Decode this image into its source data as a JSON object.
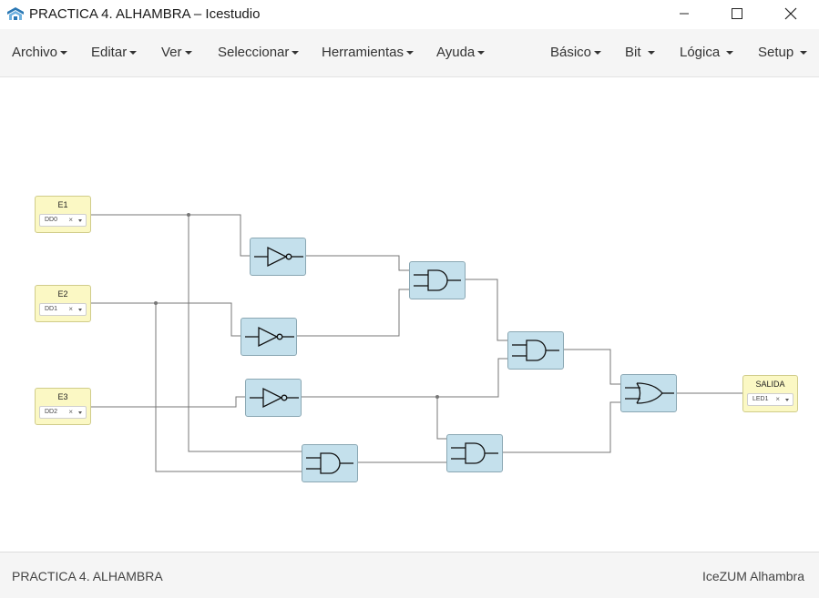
{
  "window": {
    "title": "PRACTICA 4. ALHAMBRA – Icestudio",
    "minimize_icon": "minimize-icon",
    "maximize_icon": "maximize-icon",
    "close_icon": "close-icon"
  },
  "menu": {
    "left": [
      "Archivo",
      "Editar",
      "Ver",
      "Seleccionar",
      "Herramientas",
      "Ayuda"
    ],
    "right": [
      "Básico",
      "Bit",
      "Lógica",
      "Setup"
    ]
  },
  "inputs": [
    {
      "name": "E1",
      "pin": "DD0",
      "clear": "×"
    },
    {
      "name": "E2",
      "pin": "DD1",
      "clear": "×"
    },
    {
      "name": "E3",
      "pin": "DD2",
      "clear": "×"
    }
  ],
  "output": {
    "name": "SALIDA",
    "pin": "LED1",
    "clear": "×"
  },
  "gates": [
    "not",
    "not",
    "not",
    "and",
    "and",
    "and",
    "and",
    "or"
  ],
  "colors": {
    "gate_fill": "#c4e0ec",
    "io_fill": "#fbf8c4",
    "wire": "#777777"
  },
  "status": {
    "project": "PRACTICA 4. ALHAMBRA",
    "board": "IceZUM Alhambra"
  }
}
